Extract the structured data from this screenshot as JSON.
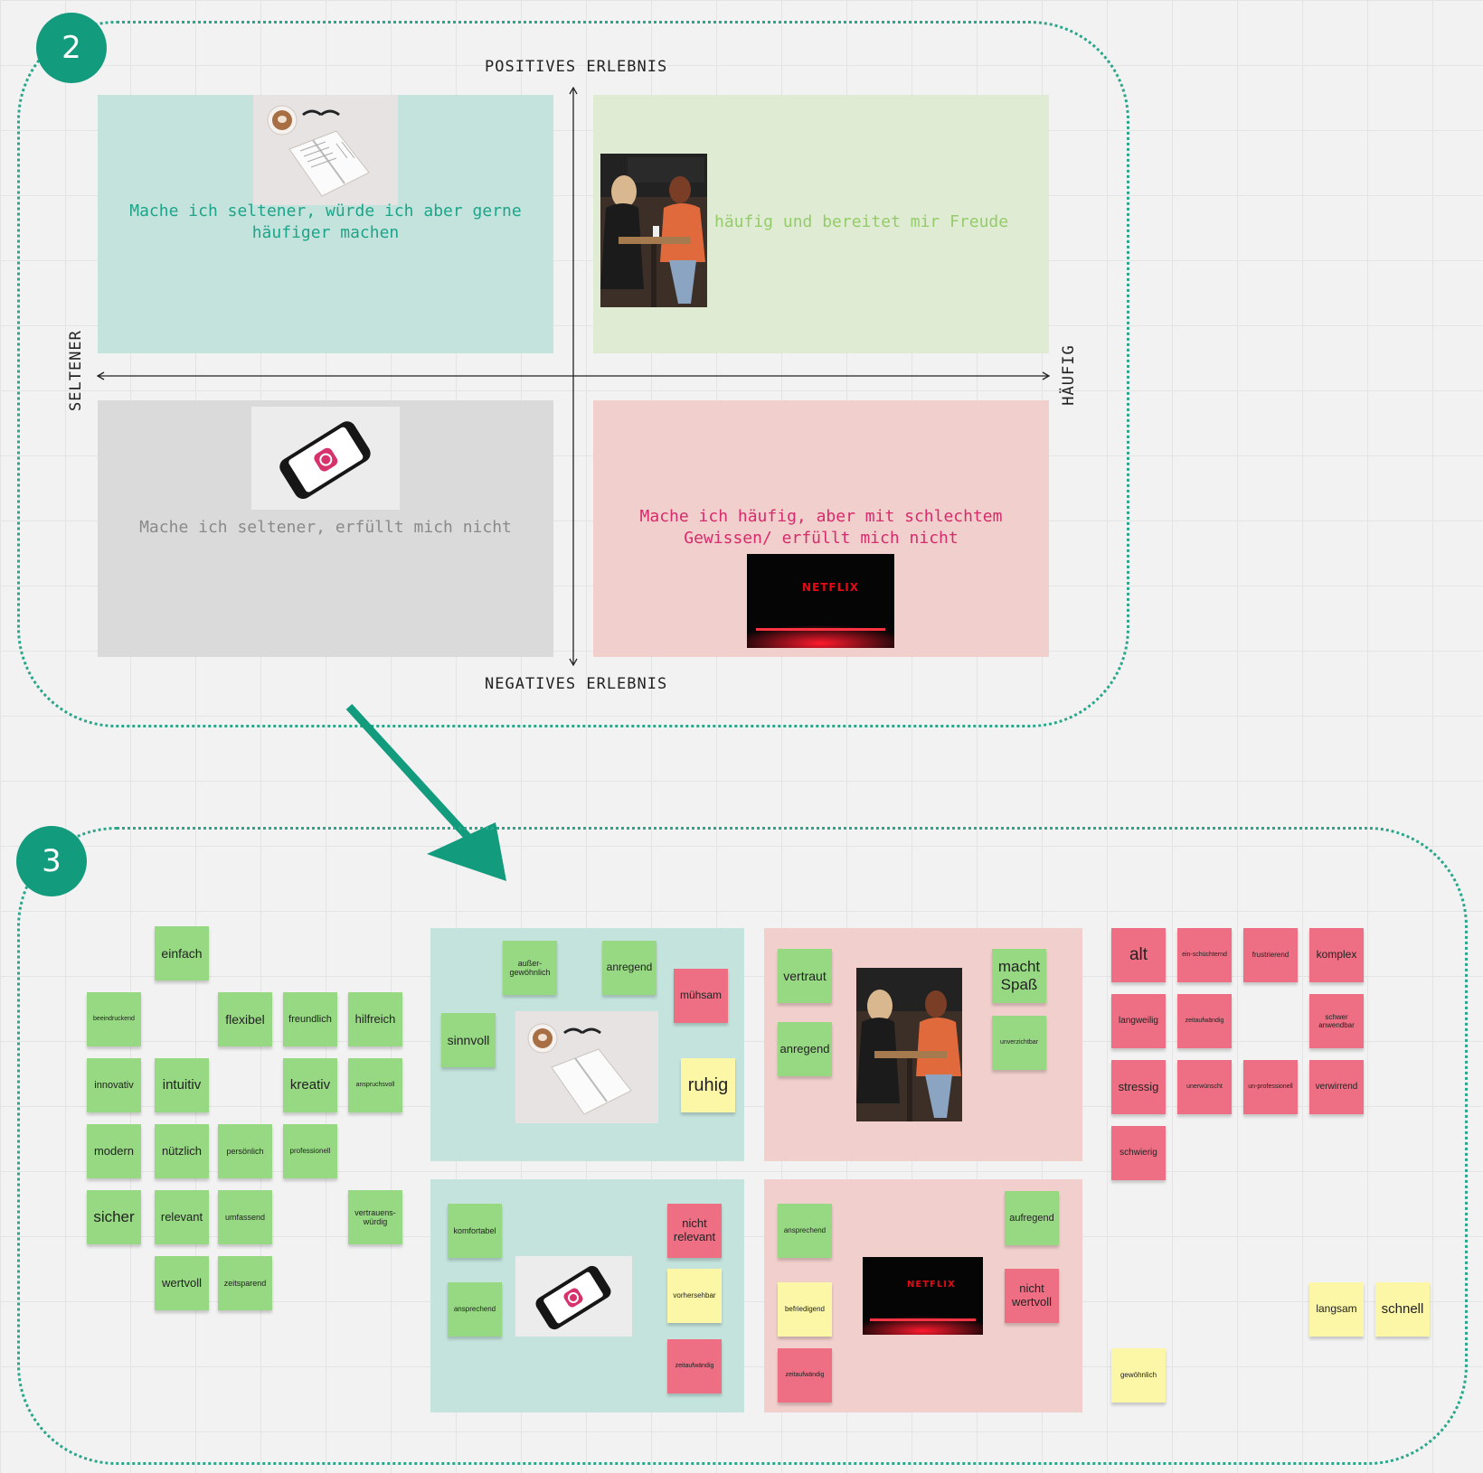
{
  "section2": {
    "badge": "2",
    "axis": {
      "top": "POSITIVES ERLEBNIS",
      "bottom": "NEGATIVES ERLEBNIS",
      "left": "SELTENER",
      "right": "HÄUFIG"
    },
    "quadrants": {
      "top_left": "Mache ich seltener, würde ich aber gerne häufiger machen",
      "top_right": "häufig und bereitet mir Freude",
      "bottom_left": "Mache ich seltener, erfüllt mich nicht",
      "bottom_right": "Mache ich häufig, aber mit schlechtem Gewissen/ erfüllt mich nicht"
    },
    "netflix_logo": "NETFLIX"
  },
  "section3": {
    "badge": "3",
    "netflix_logo": "NETFLIX",
    "green_pool": [
      "einfach",
      "beeindruckend",
      "flexibel",
      "freundlich",
      "hilfreich",
      "innovativ",
      "intuitiv",
      "kreativ",
      "anspruchsvoll",
      "modern",
      "nützlich",
      "persönlich",
      "professionell",
      "sicher",
      "relevant",
      "umfassend",
      "vertrauens-würdig",
      "wertvoll",
      "zeitsparend"
    ],
    "teal_top": [
      "außer-gewöhnlich",
      "anregend",
      "mühsam",
      "sinnvoll",
      "ruhig"
    ],
    "pink_top": [
      "vertraut",
      "macht Spaß",
      "anregend",
      "unverzichtbar"
    ],
    "teal_bottom": [
      "komfortabel",
      "nicht relevant",
      "ansprechend",
      "vorhersehbar",
      "zeitaufwändig"
    ],
    "pink_bottom": [
      "ansprechend",
      "aufregend",
      "befriedigend",
      "nicht wertvoll",
      "zeitaufwändig"
    ],
    "red_pool": [
      "alt",
      "ein-schüchternd",
      "frustrierend",
      "komplex",
      "langweilig",
      "zeitaufwändig",
      "schwer anwendbar",
      "stressig",
      "unerwünscht",
      "un-professionell",
      "verwirrend",
      "schwierig"
    ],
    "yellow_pool": [
      "gewöhnlich",
      "langsam",
      "schnell"
    ]
  },
  "colors": {
    "frame": "#2aa78a",
    "badge": "#139b7e",
    "sticky_green": "#96d982",
    "sticky_pink": "#ee6f84",
    "sticky_yellow": "#fbf7a6"
  }
}
